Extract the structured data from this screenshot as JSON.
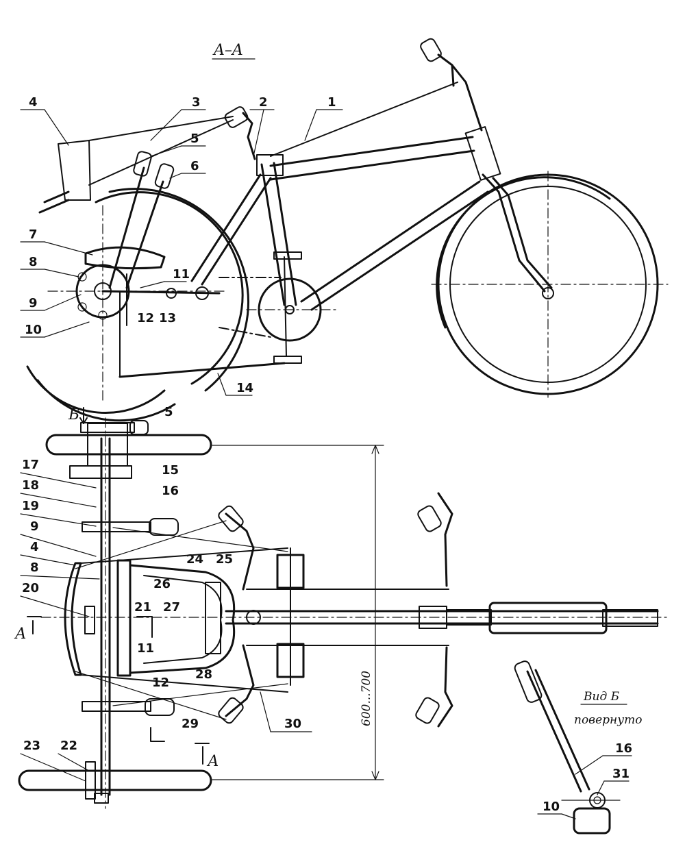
{
  "section_title": "A–A",
  "view_b_title": "Вид Б",
  "view_b_subtitle": "повернуто",
  "dimension": "600...700",
  "mark_b": "Б",
  "mark_a_left": "А",
  "mark_a_right": "А",
  "side_view_labels": {
    "l1": "1",
    "l2": "2",
    "l3": "3",
    "l4": "4",
    "l5": "5",
    "l6": "6",
    "l7": "7",
    "l8": "8",
    "l9": "9",
    "l10": "10",
    "l11": "11",
    "l12": "12",
    "l13": "13",
    "l14": "14"
  },
  "top_view_labels": {
    "l5": "5",
    "l15": "15",
    "l16": "16",
    "l17": "17",
    "l18": "18",
    "l19": "19",
    "l9": "9",
    "l4": "4",
    "l8": "8",
    "l20": "20",
    "l26": "26",
    "l24": "24",
    "l25": "25",
    "l21": "21",
    "l27": "27",
    "l11": "11",
    "l12": "12",
    "l28": "28",
    "l29": "29",
    "l30": "30",
    "l23": "23",
    "l22": "22"
  },
  "view_b_labels": {
    "l16": "16",
    "l31": "31",
    "l10": "10"
  }
}
